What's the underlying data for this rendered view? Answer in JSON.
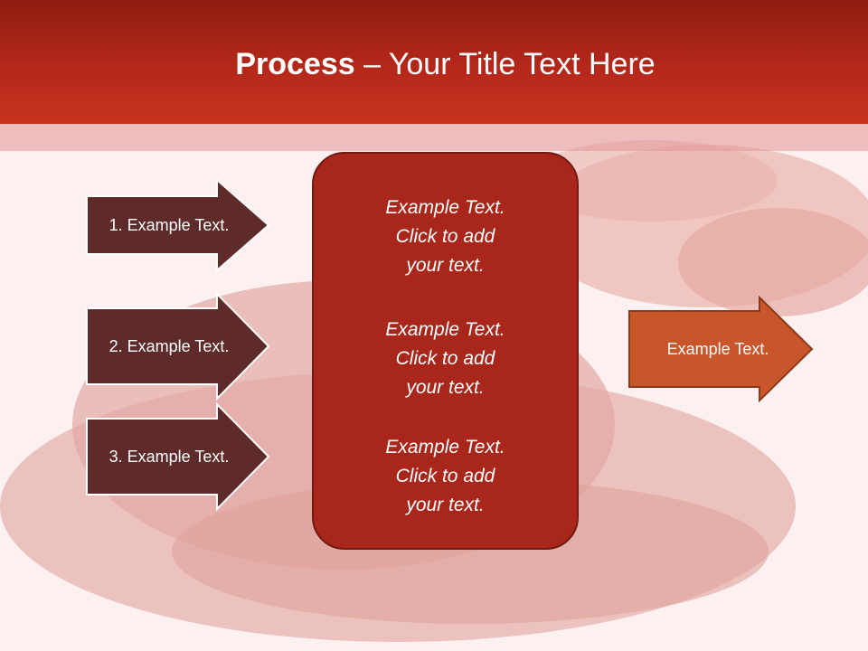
{
  "title": {
    "bold": "Process",
    "dash": " – ",
    "rest": "Your Title Text Here"
  },
  "left_arrows": [
    {
      "label": "1. Example Text."
    },
    {
      "label": "2. Example Text."
    },
    {
      "label": "3. Example Text."
    }
  ],
  "center_box": {
    "blocks": [
      {
        "line1": "Example Text.",
        "line2": "Click  to add",
        "line3": "your text."
      },
      {
        "line1": "Example Text.",
        "line2": "Click  to add",
        "line3": "your text."
      },
      {
        "line1": "Example Text.",
        "line2": "Click  to add",
        "line3": "your text."
      }
    ]
  },
  "right_arrow": {
    "label": "Example Text."
  },
  "colors": {
    "title_band": "#b4281a",
    "left_arrow_fill": "#5e2a2a",
    "center_fill": "#a8261a",
    "right_arrow_fill": "#c8562a"
  }
}
